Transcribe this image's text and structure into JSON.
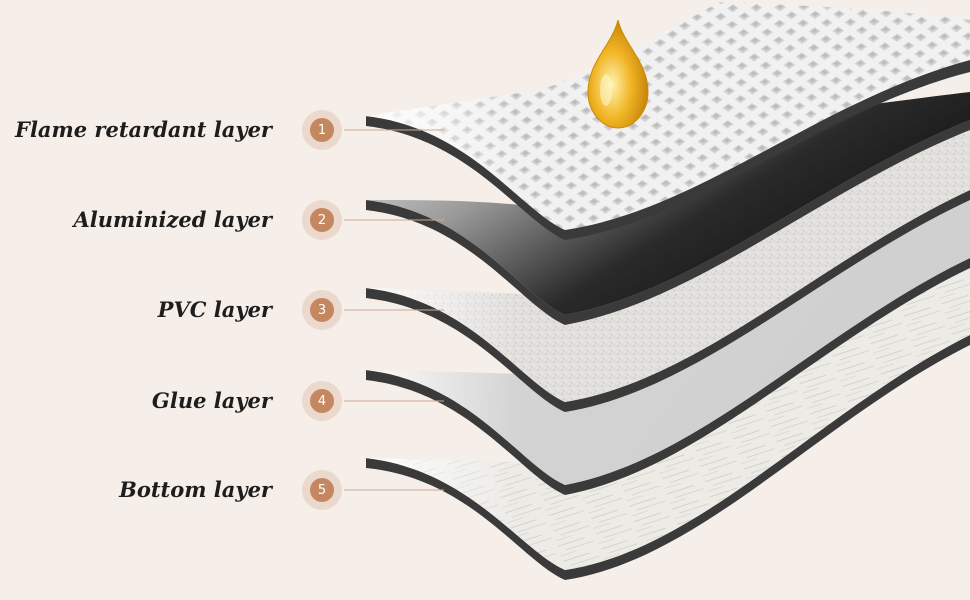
{
  "layers": [
    {
      "number": "1",
      "label": "Flame retardant layer"
    },
    {
      "number": "2",
      "label": "Aluminized layer"
    },
    {
      "number": "3",
      "label": "PVC layer"
    },
    {
      "number": "4",
      "label": "Glue layer"
    },
    {
      "number": "5",
      "label": "Bottom layer"
    }
  ],
  "colors": {
    "background": "#f6efe9",
    "badge": "#c4875f",
    "badge_halo": "#e8d3c4",
    "droplet": "#e8a317",
    "edge": "#3a3a3a"
  },
  "icons": {
    "droplet": "oil-droplet-icon"
  }
}
